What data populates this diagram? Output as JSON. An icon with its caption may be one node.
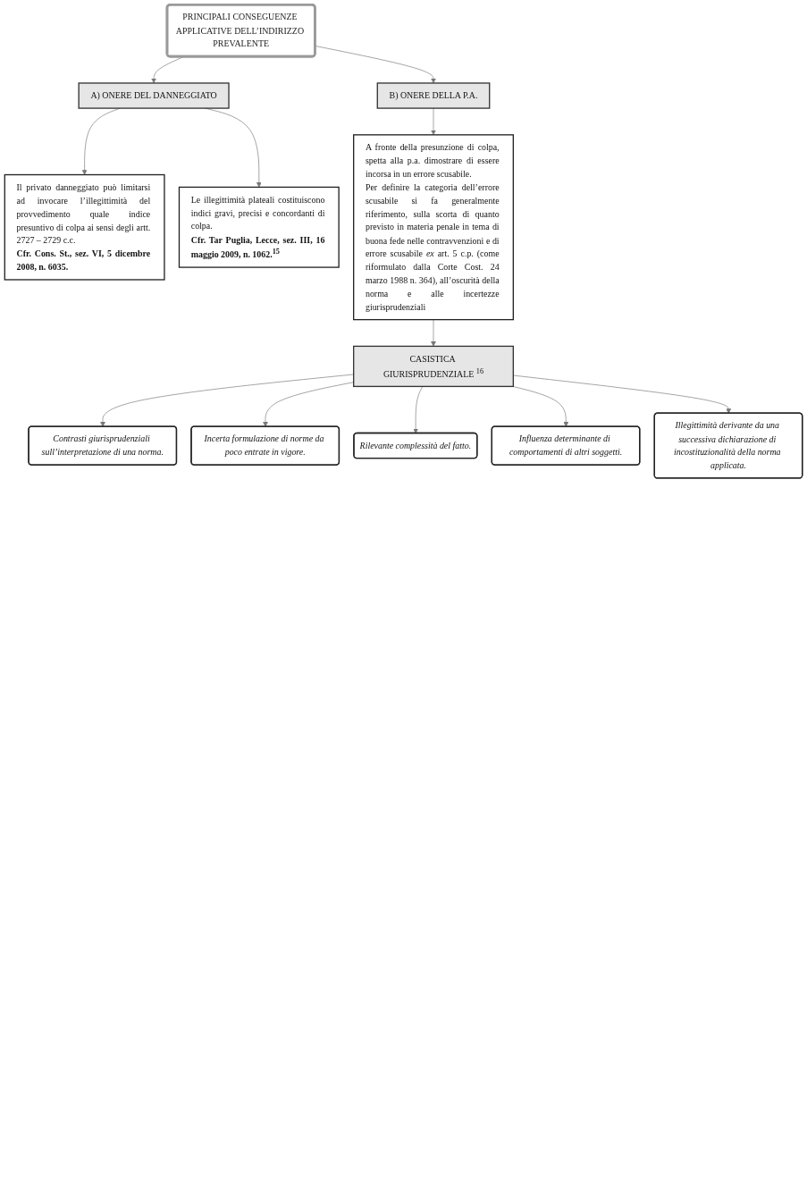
{
  "diagram": {
    "nodes": [
      {
        "text": [
          "PRINCIPALI CONSEGUENZE APPLICATIVE DELL’INDIRIZZO PREVALENTE"
        ]
      },
      {
        "text": [
          "A) ONERE DEL DANNEGGIATO"
        ]
      },
      {
        "text": [
          "B) ONERE DELLA P.A."
        ]
      },
      {
        "text": [
          "Il privato danneggiato può limitarsi ad invocare l’illegittimità del provvedimento quale indice presuntivo di colpa ai sensi degli artt. 2727 – 2729 c.c.",
          "Cfr. Cons. St., sez. VI, 5 dicembre 2008, n. 6035."
        ]
      },
      {
        "text": [
          "Le illegittimità plateali costituiscono indici gravi, precisi e concordanti di colpa.",
          "Cfr. Tar Puglia, Lecce, sez. III, 16 maggio 2009, n. 1062.$^{15}$"
        ]
      },
      {
        "text": [
          "A fronte della presunzione di colpa, spetta alla p.a. dimostrare di essere incorsa in un errore scusabile.",
          "Per definire la categoria dell’errore scusabile si fa generalmente riferimento, sulla scorta di quanto previsto in materia penale in tema di buona fede nelle contravvenzioni e di errore scusabile *ex* art. 5 c.p. (come riformulato dalla Corte Cost. 24 marzo 1988 n. 364), all’oscurità della norma e alle incertezze giurisprudenziali"
        ]
      },
      {
        "text": [
          "CASISTICA GIURISPRUDENZIALE $^{16}$"
        ]
      },
      {
        "text": [
          "Contrasti giurisprudenziali sull’interpretazione di una norma."
        ]
      },
      {
        "text": [
          "Incerta formulazione di norme da poco entrate in vigore."
        ]
      },
      {
        "text": [
          "Rilevante complessità del fatto."
        ]
      },
      {
        "text": [
          "Influenza determinante di comportamenti di altri soggetti."
        ]
      },
      {
        "text": [
          "Illegittimità derivante da una successiva dichiarazione di incostituzionalità della norma applicata."
        ]
      }
    ],
    "edges": [
      {
        "from": 0,
        "to": 1,
        "arrow": "to"
      },
      {
        "from": 0,
        "to": 2,
        "arrow": "to"
      },
      {
        "from": 1,
        "to": 3,
        "arrow": "to"
      },
      {
        "from": 1,
        "to": 4,
        "arrow": "to"
      },
      {
        "from": 2,
        "to": 5,
        "arrow": "to"
      },
      {
        "from": 5,
        "to": 6,
        "arrow": "to"
      },
      {
        "from": 6,
        "to": 7,
        "arrow": "to"
      },
      {
        "from": 6,
        "to": 8,
        "arrow": "to"
      },
      {
        "from": 6,
        "to": 9,
        "arrow": "to"
      },
      {
        "from": 6,
        "to": 10,
        "arrow": "to"
      },
      {
        "from": 6,
        "to": 11,
        "arrow": "to"
      }
    ]
  }
}
